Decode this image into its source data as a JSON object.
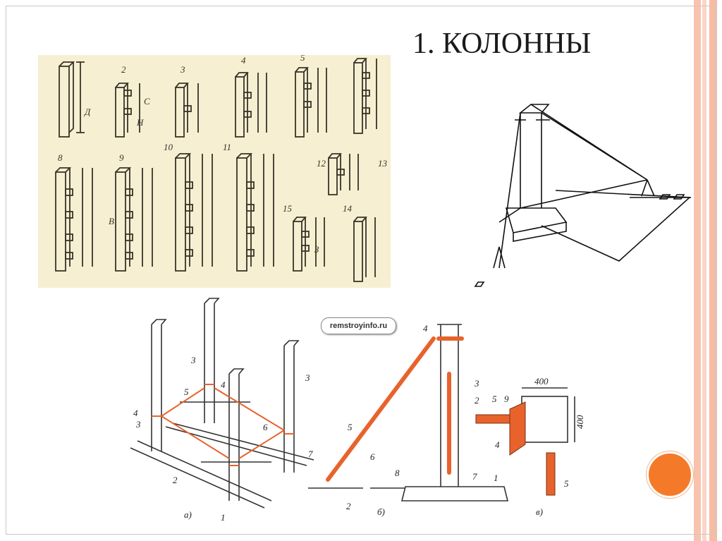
{
  "slide": {
    "title": "1. КОЛОННЫ",
    "accent_color": "#f47a2a",
    "stripe_colors": [
      "#f6b9a1",
      "#f9cfc0",
      "#fbe3d9"
    ]
  },
  "sketch_grid": {
    "number_labels": [
      "2",
      "3",
      "4",
      "5",
      "8",
      "9",
      "10",
      "11",
      "12",
      "13",
      "14",
      "15"
    ],
    "dimension_letters": [
      "Д",
      "С",
      "В",
      "Н",
      "З"
    ]
  },
  "formwork": {
    "watermark": "remstroyinfo.ru",
    "part_labels": {
      "a": [
        "1",
        "2",
        "3",
        "3",
        "3",
        "4",
        "4",
        "5",
        "6",
        "7"
      ],
      "b": [
        "1",
        "2",
        "3",
        "2",
        "4",
        "5",
        "6",
        "7",
        "8"
      ],
      "v": [
        "4",
        "5",
        "5",
        "9"
      ]
    },
    "dimensions": [
      "400",
      "400"
    ],
    "sub_captions": [
      "а)",
      "б)",
      "в)"
    ]
  }
}
